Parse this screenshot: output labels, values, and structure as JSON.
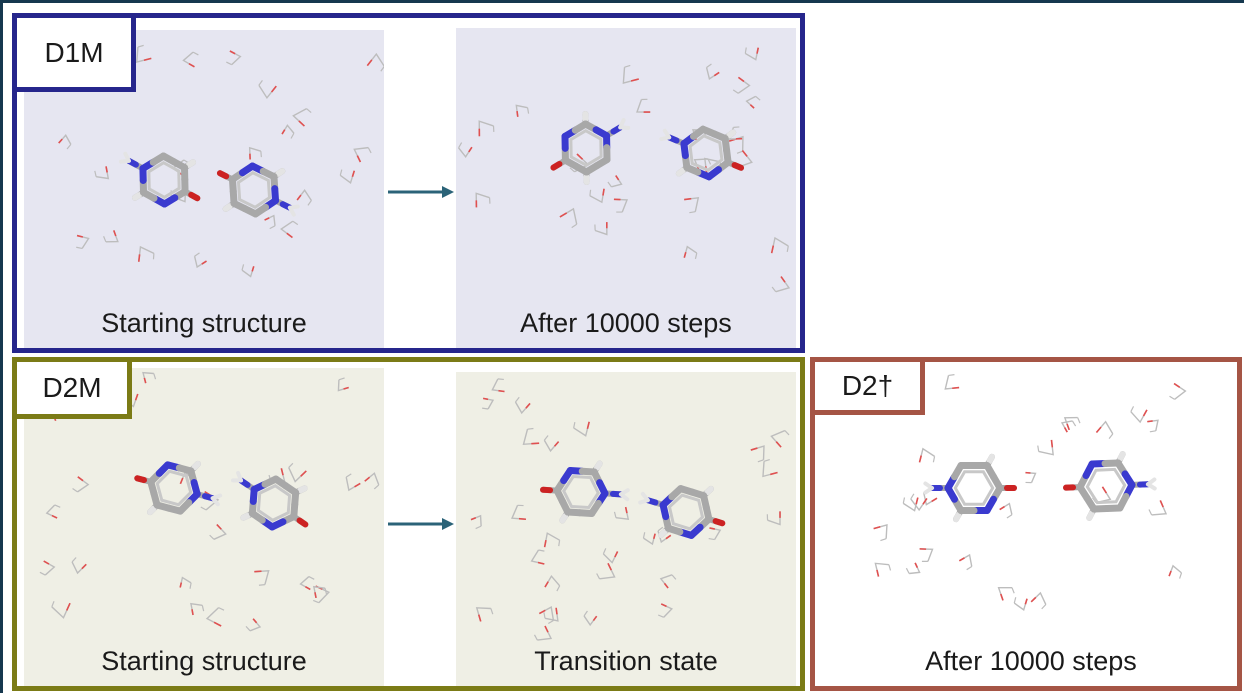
{
  "groups": [
    {
      "tag": "D1M",
      "color": "#26268c"
    },
    {
      "tag": "D2M",
      "color": "#7b7b16"
    },
    {
      "tag": "D2†",
      "color": "#a55545"
    }
  ],
  "panels": [
    {
      "caption": "Starting structure",
      "background": "#e6e6f1"
    },
    {
      "caption": "After 10000 steps",
      "background": "#e6e6f1"
    },
    {
      "caption": "Starting structure",
      "background": "#efefe5"
    },
    {
      "caption": "Transition state",
      "background": "#efefe5"
    },
    {
      "caption": "After 10000 steps",
      "background": "#ffffff"
    }
  ],
  "colors": {
    "arrow": "#2b6378",
    "carbon": "#a8a8a8",
    "nitrogen": "#3a3acf",
    "oxygen": "#cc2222",
    "hydrogen": "#e4e4e4",
    "water_oxygen": "#e05050",
    "water_carbon": "#bdbdbd"
  }
}
